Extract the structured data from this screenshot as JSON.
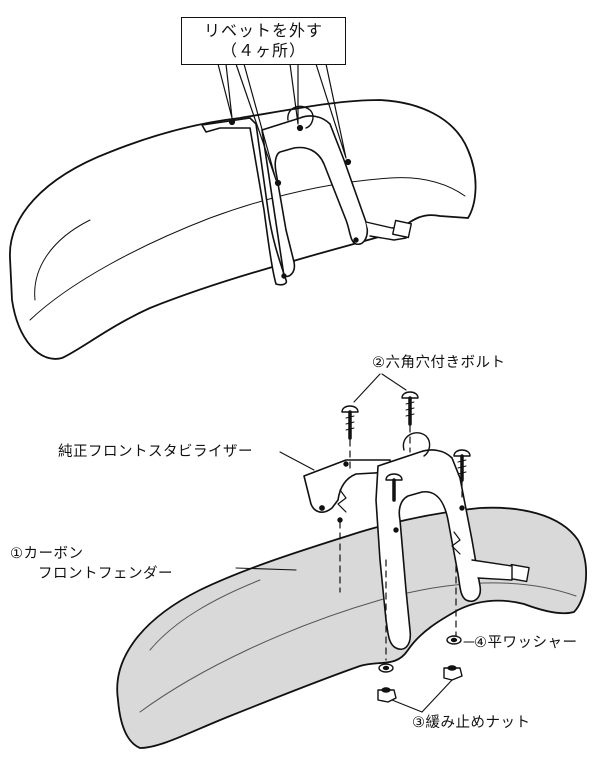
{
  "callout": {
    "line1": "リベットを外す",
    "line2": "（４ヶ所）"
  },
  "labels": {
    "bolt": "②六角穴付きボルト",
    "stabilizer": "純正フロントスタビライザー",
    "fender_line1": "①カーボン",
    "fender_line2": "フロントフェンダー",
    "washer": "④平ワッシャー",
    "nut": "③緩み止めナット"
  },
  "colors": {
    "line": "#111111",
    "fender_fill": "#d9d9d9",
    "paper": "#ffffff"
  }
}
